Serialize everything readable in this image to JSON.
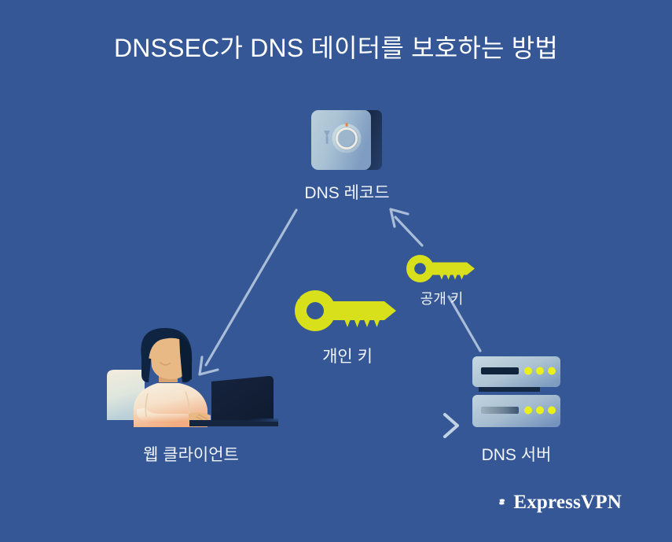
{
  "page": {
    "title": "DNSSEC가 DNS 데이터를 보호하는 방법",
    "background_color": "#355795",
    "text_color": "#f2f5fb",
    "key_color": "#d7e01a",
    "arrow_color": "#a9bdd8"
  },
  "nodes": {
    "dns_record": {
      "label": "DNS 레코드",
      "icon": "vault-icon"
    },
    "dns_server": {
      "label": "DNS 서버",
      "icon": "server-icon"
    },
    "web_client": {
      "label": "웹 클라이언트",
      "icon": "person-at-laptop-icon"
    }
  },
  "keys": {
    "private": {
      "label": "개인 키",
      "icon": "key-icon"
    },
    "public": {
      "label": "공개 키",
      "icon": "key-icon"
    }
  },
  "arrows": [
    {
      "name": "record-to-client",
      "from": "dns_record",
      "to": "web_client"
    },
    {
      "name": "server-to-record",
      "from": "dns_server",
      "to": "dns_record"
    },
    {
      "name": "client-to-server",
      "from": "web_client",
      "to": "dns_server"
    }
  ],
  "branding": {
    "name": "ExpressVPN",
    "mark": "expressvpn-e-logo"
  }
}
